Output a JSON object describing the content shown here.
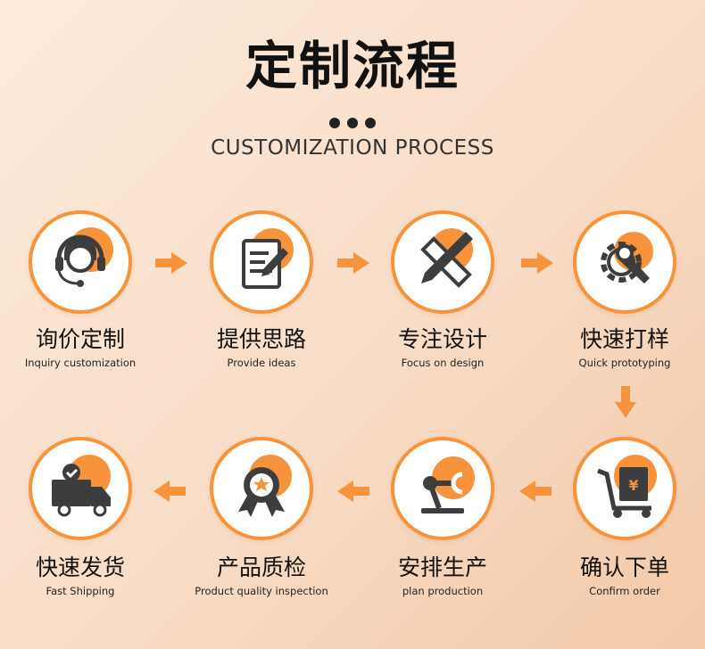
{
  "header": {
    "title": "定制流程",
    "subtitle": "CUSTOMIZATION PROCESS"
  },
  "colors": {
    "accent": "#f7933a",
    "dark": "#3d3d3d"
  },
  "steps": [
    {
      "cn": "询价定制",
      "en": "Inquiry customization",
      "icon": "customer-service-icon"
    },
    {
      "cn": "提供思路",
      "en": "Provide ideas",
      "icon": "document-pen-icon"
    },
    {
      "cn": "专注设计",
      "en": "Focus on design",
      "icon": "pencil-ruler-icon"
    },
    {
      "cn": "快速打样",
      "en": "Quick prototyping",
      "icon": "gear-wrench-icon"
    },
    {
      "cn": "确认下单",
      "en": "Confirm order",
      "icon": "cart-invoice-icon"
    },
    {
      "cn": "安排生产",
      "en": "plan production",
      "icon": "robot-arm-icon"
    },
    {
      "cn": "产品质检",
      "en": "Product quality inspection",
      "icon": "quality-badge-icon"
    },
    {
      "cn": "快速发货",
      "en": "Fast Shipping",
      "icon": "delivery-truck-icon"
    }
  ]
}
